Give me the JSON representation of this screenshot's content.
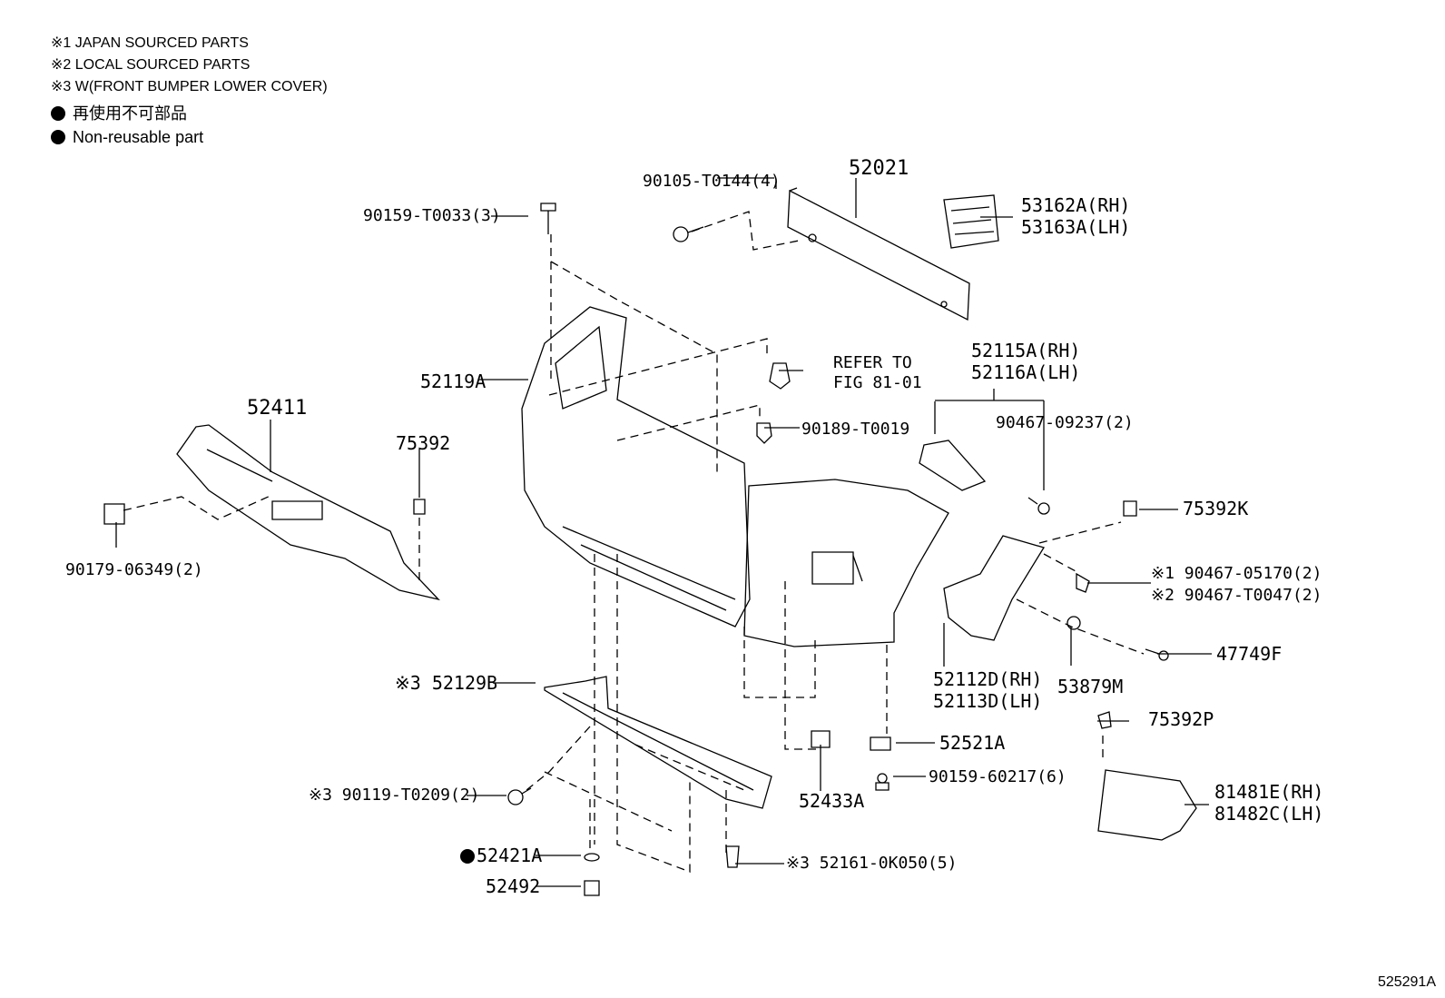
{
  "notes": [
    "※1 JAPAN SOURCED PARTS",
    "※2 LOCAL SOURCED PARTS",
    "※3 W(FRONT BUMPER LOWER COVER)"
  ],
  "legend": [
    "再使用不可部品",
    "Non-reusable part"
  ],
  "labels": {
    "p90105": "90105-T0144(4)",
    "p52021": "52021",
    "p53162": "53162A(RH)",
    "p53163": "53163A(LH)",
    "p90159a": "90159-T0033(3)",
    "pRefer1": "REFER TO",
    "pRefer2": "FIG 81-01",
    "p52115": "52115A(RH)",
    "p52116": "52116A(LH)",
    "p52119": "52119A",
    "p52411": "52411",
    "p75392": "75392",
    "p90189": "90189-T0019",
    "p90467a": "90467-09237(2)",
    "p75392K": "75392K",
    "p90179": "90179-06349(2)",
    "p90467b": "※1 90467-05170(2)",
    "p90467c": "※2 90467-T0047(2)",
    "p47749": "47749F",
    "p52112": "52112D(RH)",
    "p52113": "52113D(LH)",
    "p53879": "53879M",
    "p52129": "※3 52129B",
    "p75392P": "75392P",
    "p52521": "52521A",
    "p90159b": "90159-60217(6)",
    "p90119": "※3 90119-T0209(2)",
    "p52433": "52433A",
    "p81481": "81481E(RH)",
    "p81482": "81482C(LH)",
    "p52421": "52421A",
    "p52161": "※3 52161-0K050(5)",
    "p52492": "52492"
  },
  "reference": "525291A"
}
